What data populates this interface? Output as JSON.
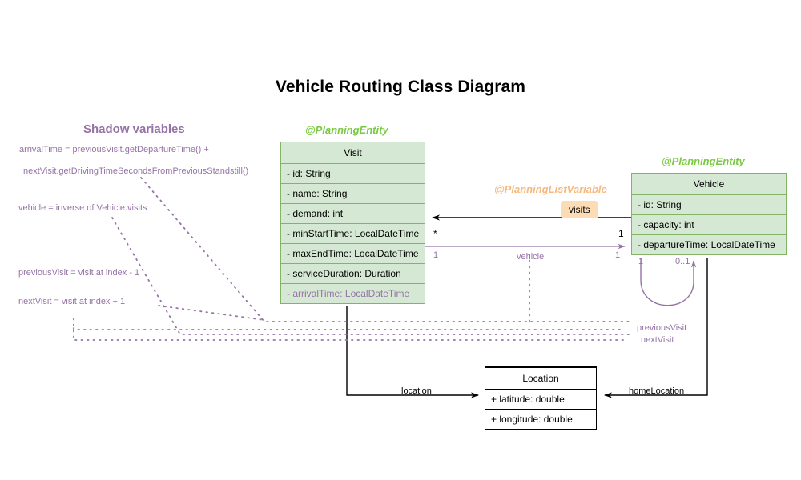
{
  "title": "Vehicle Routing Class Diagram",
  "colors": {
    "entity_fill": "#d5e8d4",
    "entity_border": "#82b366",
    "stereotype_entity": "#7ac943",
    "stereotype_listvar": "#f5b97f",
    "shadow": "#9673a6",
    "chip_fill": "#fcdcb4",
    "plain_border": "#000000"
  },
  "stereotypes": {
    "visit": "@PlanningEntity",
    "vehicle": "@PlanningEntity",
    "list_variable": "@PlanningListVariable"
  },
  "classes": {
    "visit": {
      "name": "Visit",
      "fields": [
        "- id: String",
        "- name: String",
        "- demand: int",
        "- minStartTime: LocalDateTime",
        "- maxEndTime: LocalDateTime",
        "- serviceDuration: Duration",
        "- arrivalTime: LocalDateTime"
      ],
      "shadow_fields": [
        "- arrivalTime: LocalDateTime"
      ]
    },
    "vehicle": {
      "name": "Vehicle",
      "fields": [
        "- id: String",
        "- capacity: int",
        "- departureTime: LocalDateTime"
      ],
      "shadow_fields": []
    },
    "location": {
      "name": "Location",
      "fields": [
        "+ latitude: double",
        "+ longitude: double"
      ],
      "shadow_fields": []
    }
  },
  "shadow_panel": {
    "title": "Shadow variables",
    "notes": [
      "arrivalTime = previousVisit.getDepartureTime() +",
      "nextVisit.getDrivingTimeSecondsFromPreviousStandstill()",
      "vehicle = inverse of Vehicle.visits",
      "previousVisit = visit at index - 1",
      "nextVisit = visit at index + 1"
    ]
  },
  "edges": {
    "visits": {
      "label": "visits",
      "source_mult": "1",
      "target_mult": "*"
    },
    "vehicle": {
      "label": "vehicle",
      "source_mult": "1",
      "target_mult": "1"
    },
    "self_loop": {
      "source_mult": "1",
      "target_mult": "0..1"
    },
    "previous_visit": {
      "label": "previousVisit"
    },
    "next_visit": {
      "label": "nextVisit"
    },
    "location": {
      "label": "location"
    },
    "home_location": {
      "label": "homeLocation"
    }
  }
}
